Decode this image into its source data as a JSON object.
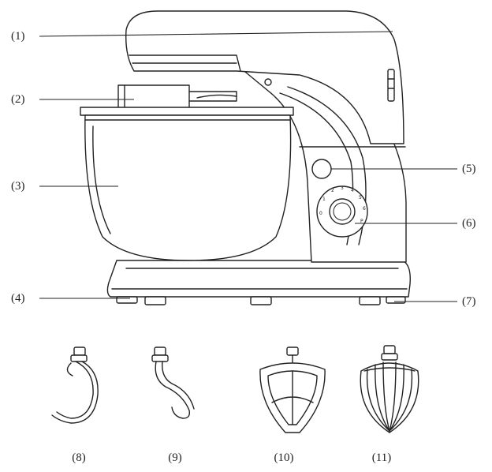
{
  "callouts": {
    "c1": "(1)",
    "c2": "(2)",
    "c3": "(3)",
    "c4": "(4)",
    "c5": "(5)",
    "c6": "(6)",
    "c7": "(7)"
  },
  "attachments": {
    "a8": "(8)",
    "a9": "(9)",
    "a10": "(10)",
    "a11": "(11)"
  }
}
